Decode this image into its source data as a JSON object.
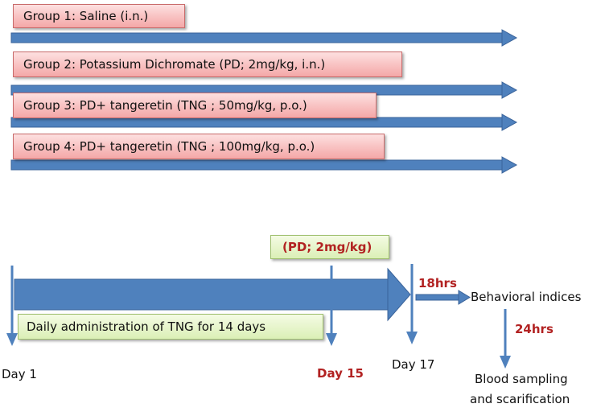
{
  "groups": [
    {
      "label": "Group 1: Saline (i.n.)"
    },
    {
      "label": "Group 2: Potassium Dichromate (PD; 2mg/kg, i.n.)"
    },
    {
      "label": "Group 3: PD+ tangeretin (TNG ; 50mg/kg, p.o.)"
    },
    {
      "label": "Group 4: PD+ tangeretin (TNG ; 100mg/kg, p.o.)"
    }
  ],
  "timeline": {
    "pd_dose_label": "(PD; 2mg/kg)",
    "daily_admin_label": "Daily administration of TNG for 14 days",
    "day1": "Day  1",
    "day15": "Day  15",
    "day17": "Day  17",
    "interval_18": "18hrs",
    "behavioral": "Behavioral indices",
    "interval_24": "24hrs",
    "blood_line1": "Blood sampling",
    "blood_line2": "and scarification"
  },
  "colors": {
    "arrow": "#4f81bd",
    "arrow_edge": "#3a639a",
    "group_box": "#f4a7a7",
    "green_box": "#dbefb6",
    "emphasis_text": "#b22222"
  }
}
